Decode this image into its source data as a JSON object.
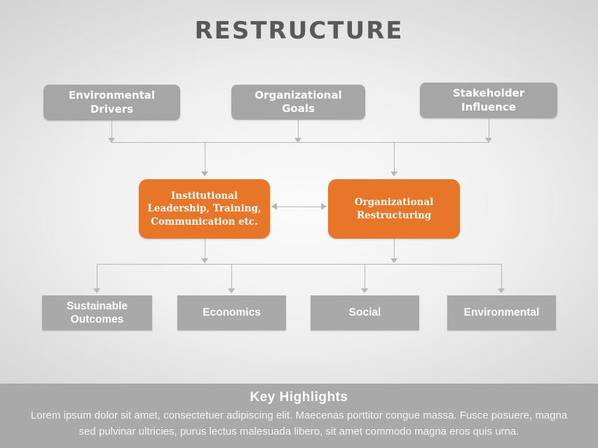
{
  "title": "RESTRUCTURE",
  "top_row": {
    "environmental_drivers": "Environmental\nDrivers",
    "organizational_goals": "Organizational\nGoals",
    "stakeholder_influence": "Stakeholder\nInfluence"
  },
  "middle_row": {
    "institutional_leadership": "Institutional\nLeadership, Training,\nCommunication  etc.",
    "organizational_restructuring": "Organizational\nRestructuring"
  },
  "bottom_row": {
    "sustainable_outcomes": "Sustainable\nOutcomes",
    "economics": "Economics",
    "social": "Social",
    "environmental": "Environmental"
  },
  "footer": {
    "heading": "Key Highlights",
    "body": "Lorem ipsum dolor sit amet, consectetuer adipiscing elit. Maecenas porttitor congue massa. Fusce posuere, magna sed pulvinar ultricies, purus lectus malesuada libero, sit amet commodo magna eros quis urna."
  },
  "colors": {
    "accent_orange": "#e87628",
    "box_gray": "#a6a6a6",
    "footer_gray": "#a9a9a9",
    "title_gray": "#595959",
    "connector_gray": "#b6b6b6"
  }
}
